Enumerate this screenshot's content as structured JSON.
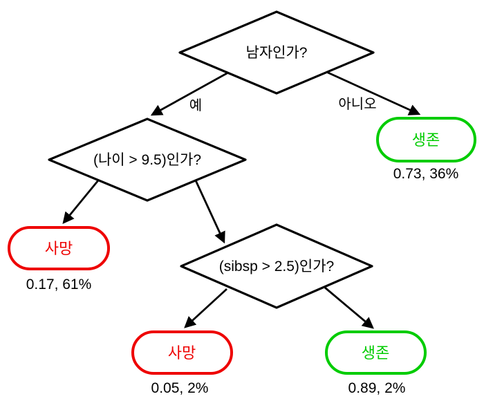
{
  "diagram": {
    "type": "decision-tree",
    "background": "#ffffff",
    "colors": {
      "survived": "#00cc00",
      "died": "#ee0000",
      "line": "#000000",
      "text": "#000000"
    },
    "nodes": {
      "root": {
        "shape": "diamond",
        "label": "남자인가?"
      },
      "age": {
        "shape": "diamond",
        "label": "(나이 > 9.5)인가?"
      },
      "sibsp": {
        "shape": "diamond",
        "label": "(sibsp > 2.5)인가?"
      },
      "survived_female": {
        "shape": "rounded",
        "label": "생존",
        "stat": "0.73, 36%",
        "color_key": "survived"
      },
      "died_adult_male": {
        "shape": "rounded",
        "label": "사망",
        "stat": "0.17, 61%",
        "color_key": "died"
      },
      "died_high_sibsp": {
        "shape": "rounded",
        "label": "사망",
        "stat": "0.05, 2%",
        "color_key": "died"
      },
      "survived_low_sibsp": {
        "shape": "rounded",
        "label": "생존",
        "stat": "0.89, 2%",
        "color_key": "survived"
      }
    },
    "edges": [
      {
        "from": "root",
        "to": "age",
        "label": "예"
      },
      {
        "from": "root",
        "to": "survived_female",
        "label": "아니오"
      },
      {
        "from": "age",
        "to": "died_adult_male",
        "label": ""
      },
      {
        "from": "age",
        "to": "sibsp",
        "label": ""
      },
      {
        "from": "sibsp",
        "to": "died_high_sibsp",
        "label": ""
      },
      {
        "from": "sibsp",
        "to": "survived_low_sibsp",
        "label": ""
      }
    ]
  }
}
